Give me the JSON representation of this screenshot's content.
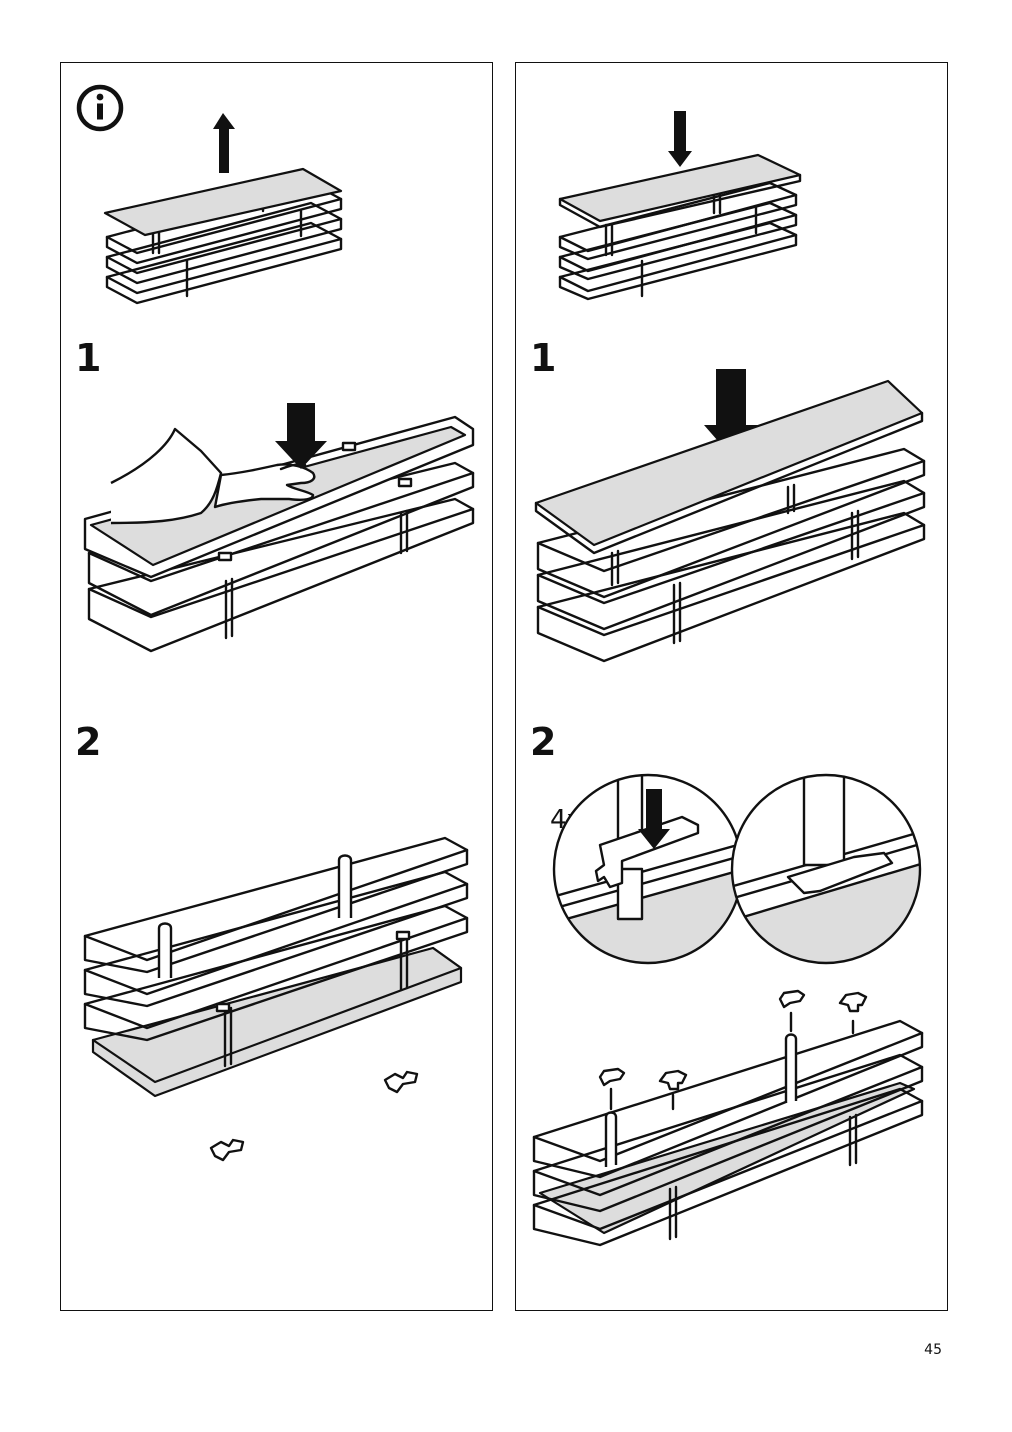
{
  "panels": {
    "left": {
      "info_icon": "info-icon",
      "steps": [
        {
          "number": "1"
        },
        {
          "number": "2"
        }
      ]
    },
    "right": {
      "steps": [
        {
          "number": "1"
        },
        {
          "number": "2",
          "quantity": "4x"
        }
      ]
    }
  },
  "page_number": "45",
  "colors": {
    "line": "#111111",
    "glass": "#dddddd",
    "background": "#ffffff"
  }
}
